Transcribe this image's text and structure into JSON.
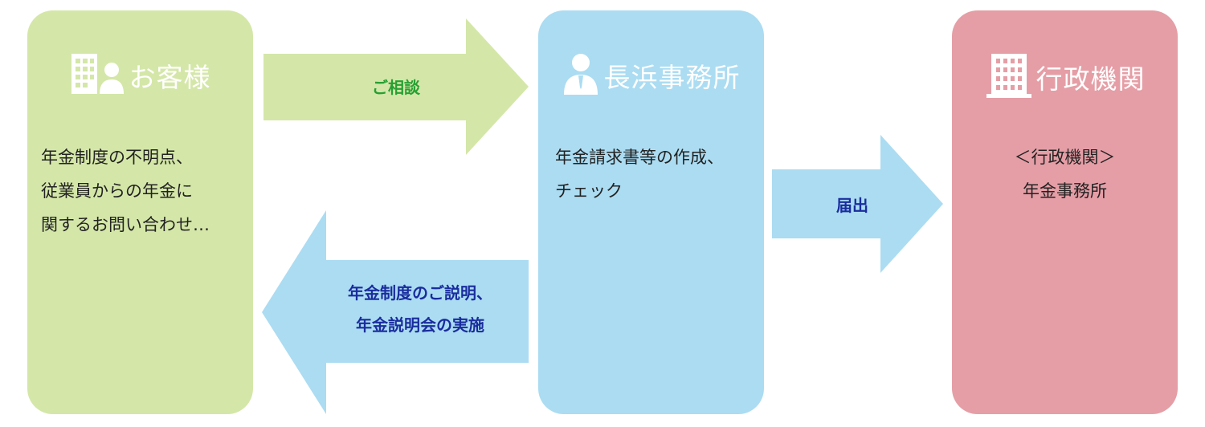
{
  "customer": {
    "title": "お客様",
    "lines": [
      "年金制度の不明点、",
      "従業員からの年金に",
      "関するお問い合わせ…"
    ]
  },
  "office": {
    "title": "長浜事務所",
    "lines": [
      "年金請求書等の作成、",
      "チェック"
    ]
  },
  "government": {
    "title": "行政機関",
    "lines": [
      "＜行政機関＞",
      "年金事務所"
    ]
  },
  "arrows": {
    "consult": "ご相談",
    "explain": [
      "年金制度のご説明、",
      "年金説明会の実施"
    ],
    "submit": "届出"
  },
  "colors": {
    "customer_bg": "#d4e7a8",
    "office_bg": "#abdcf2",
    "government_bg": "#e59ea6",
    "consult_text": "#27a033",
    "blue_text": "#1a2d9e"
  }
}
